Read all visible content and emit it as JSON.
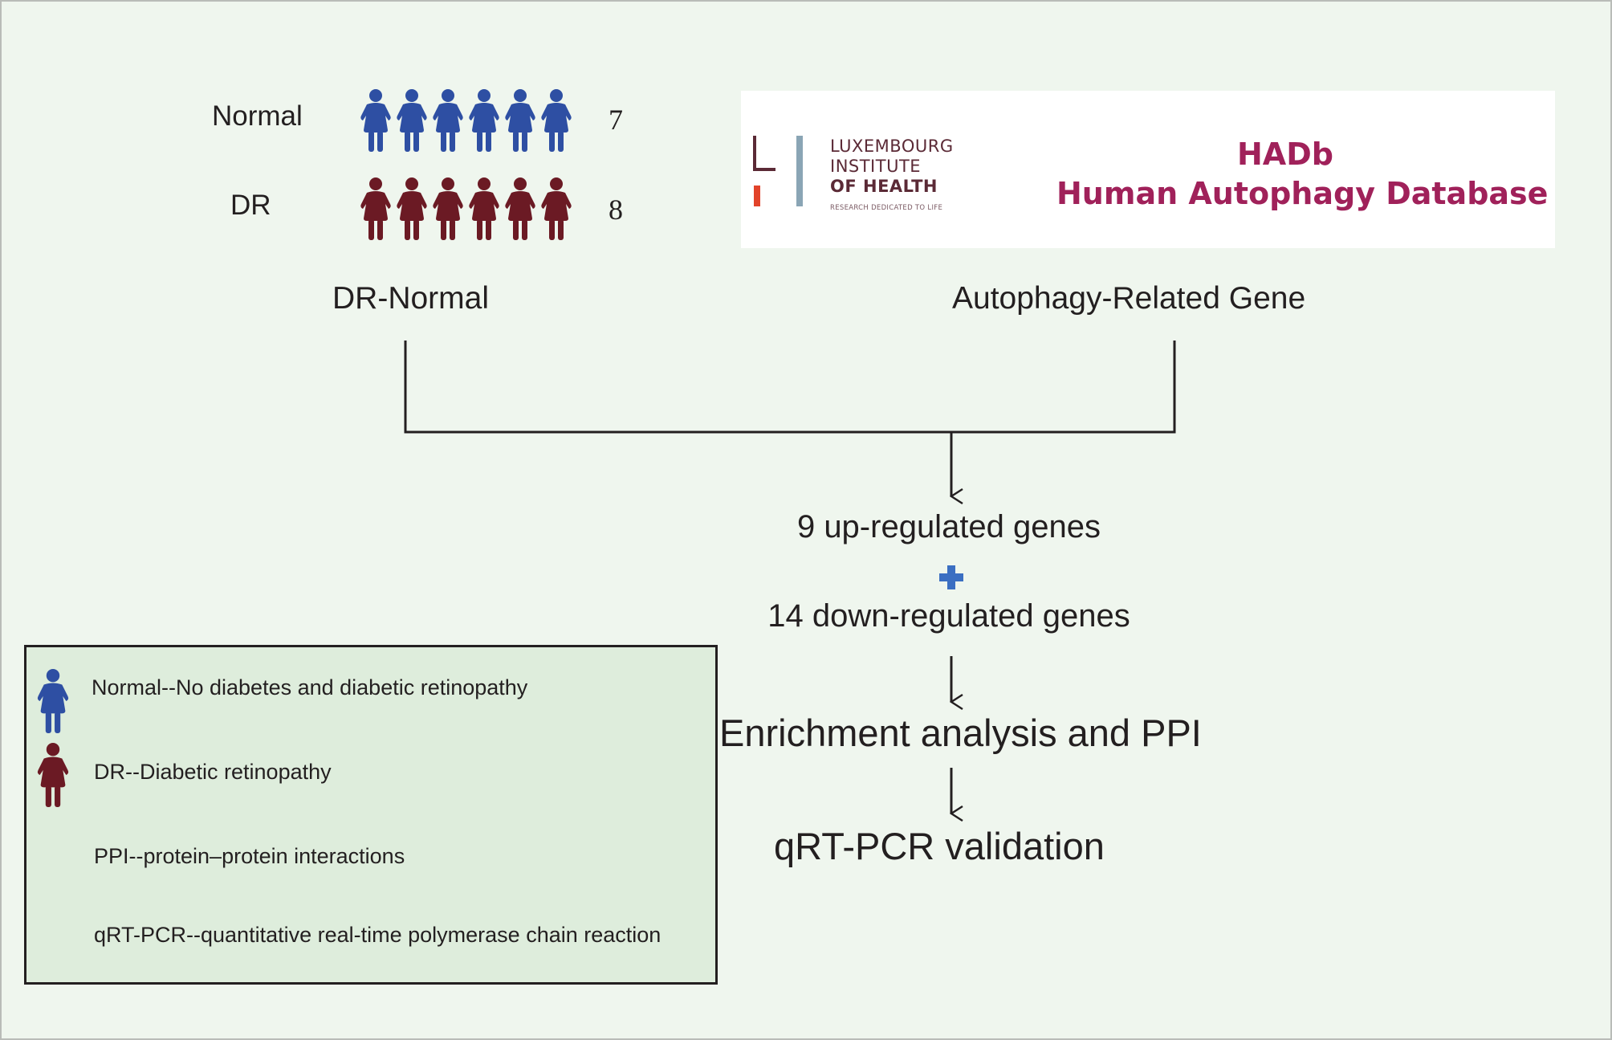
{
  "colors": {
    "background": "#eff6ee",
    "normal_person": "#2e4fa3",
    "dr_person": "#6b1a24",
    "hadb_title": "#a0215a",
    "lih_red": "#e2432a",
    "lih_steel": "#8aa5b5",
    "lih_maroon": "#5b2a36",
    "plus": "#3b6fc2",
    "legend_bg": "#deeddc"
  },
  "groups": [
    {
      "label": "Normal",
      "count": "7",
      "color_key": "normal_person",
      "icons_drawn": 6
    },
    {
      "label": "DR",
      "count": "8",
      "color_key": "dr_person",
      "icons_drawn": 6
    }
  ],
  "comparison_label": "DR-Normal",
  "source_label": "Autophagy-Related Gene",
  "database": {
    "institute_lines": [
      "LUXEMBOURG",
      "INSTITUTE",
      "OF HEALTH"
    ],
    "institute_tagline": "RESEARCH DEDICATED TO LIFE",
    "title": "HADb",
    "subtitle": "Human Autophagy Database"
  },
  "flow": {
    "up_genes": "9 up-regulated genes",
    "plus_icon": "plus-icon",
    "down_genes": "14 down-regulated genes",
    "enrichment": "Enrichment analysis and PPI",
    "validation": "qRT-PCR validation"
  },
  "legend": [
    {
      "icon": "person-icon",
      "color_key": "normal_person",
      "text": "Normal--No diabetes and diabetic retinopathy"
    },
    {
      "icon": "person-icon",
      "color_key": "dr_person",
      "text": "DR--Diabetic retinopathy"
    },
    {
      "icon": "",
      "text": "PPI--protein–protein interactions"
    },
    {
      "icon": "",
      "text": "qRT-PCR--quantitative real-time polymerase chain reaction"
    }
  ]
}
